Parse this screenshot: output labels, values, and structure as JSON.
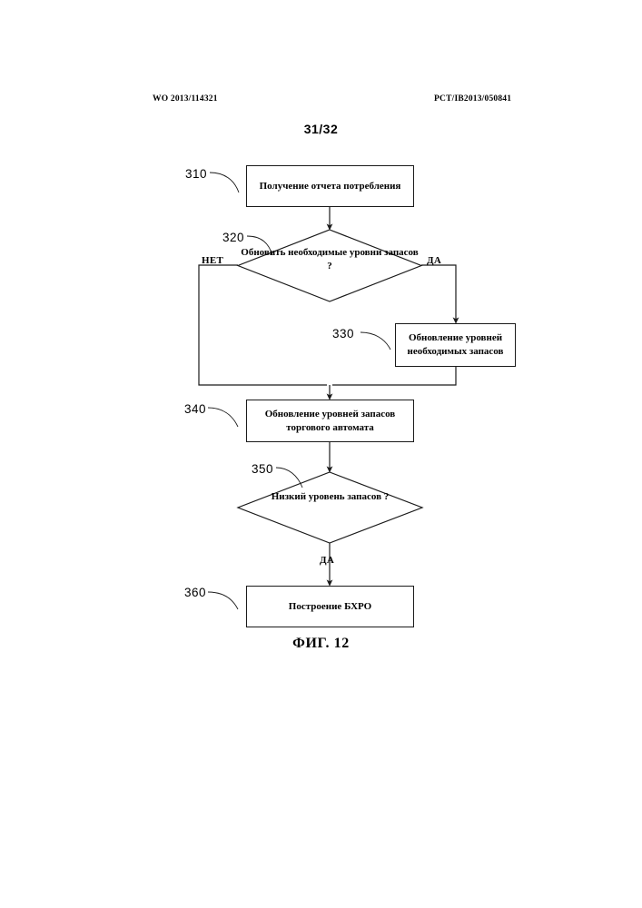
{
  "header": {
    "publication_number": "WO 2013/114321",
    "application_number": "PCT/IB2013/050841",
    "page_number": "31/32"
  },
  "figure": {
    "caption": "ФИГ. 12",
    "nodes": [
      {
        "ref": "310",
        "type": "process",
        "text": "Получение отчета потребления"
      },
      {
        "ref": "320",
        "type": "decision",
        "text": "Обновить необходимые уровни запасов ?"
      },
      {
        "ref": "330",
        "type": "process",
        "text": "Обновление уровней необходимых запасов"
      },
      {
        "ref": "340",
        "type": "process",
        "text": "Обновление уровней запасов торгового автомата"
      },
      {
        "ref": "350",
        "type": "decision",
        "text": "Низкий уровень запасов ?"
      },
      {
        "ref": "360",
        "type": "process",
        "text": "Построение БХРО"
      }
    ],
    "branch_labels": {
      "no_320": "НЕТ",
      "yes_320": "ДА",
      "yes_350": "ДА"
    }
  },
  "colors": {
    "ink": "#1a1a1a",
    "paper": "#ffffff"
  }
}
